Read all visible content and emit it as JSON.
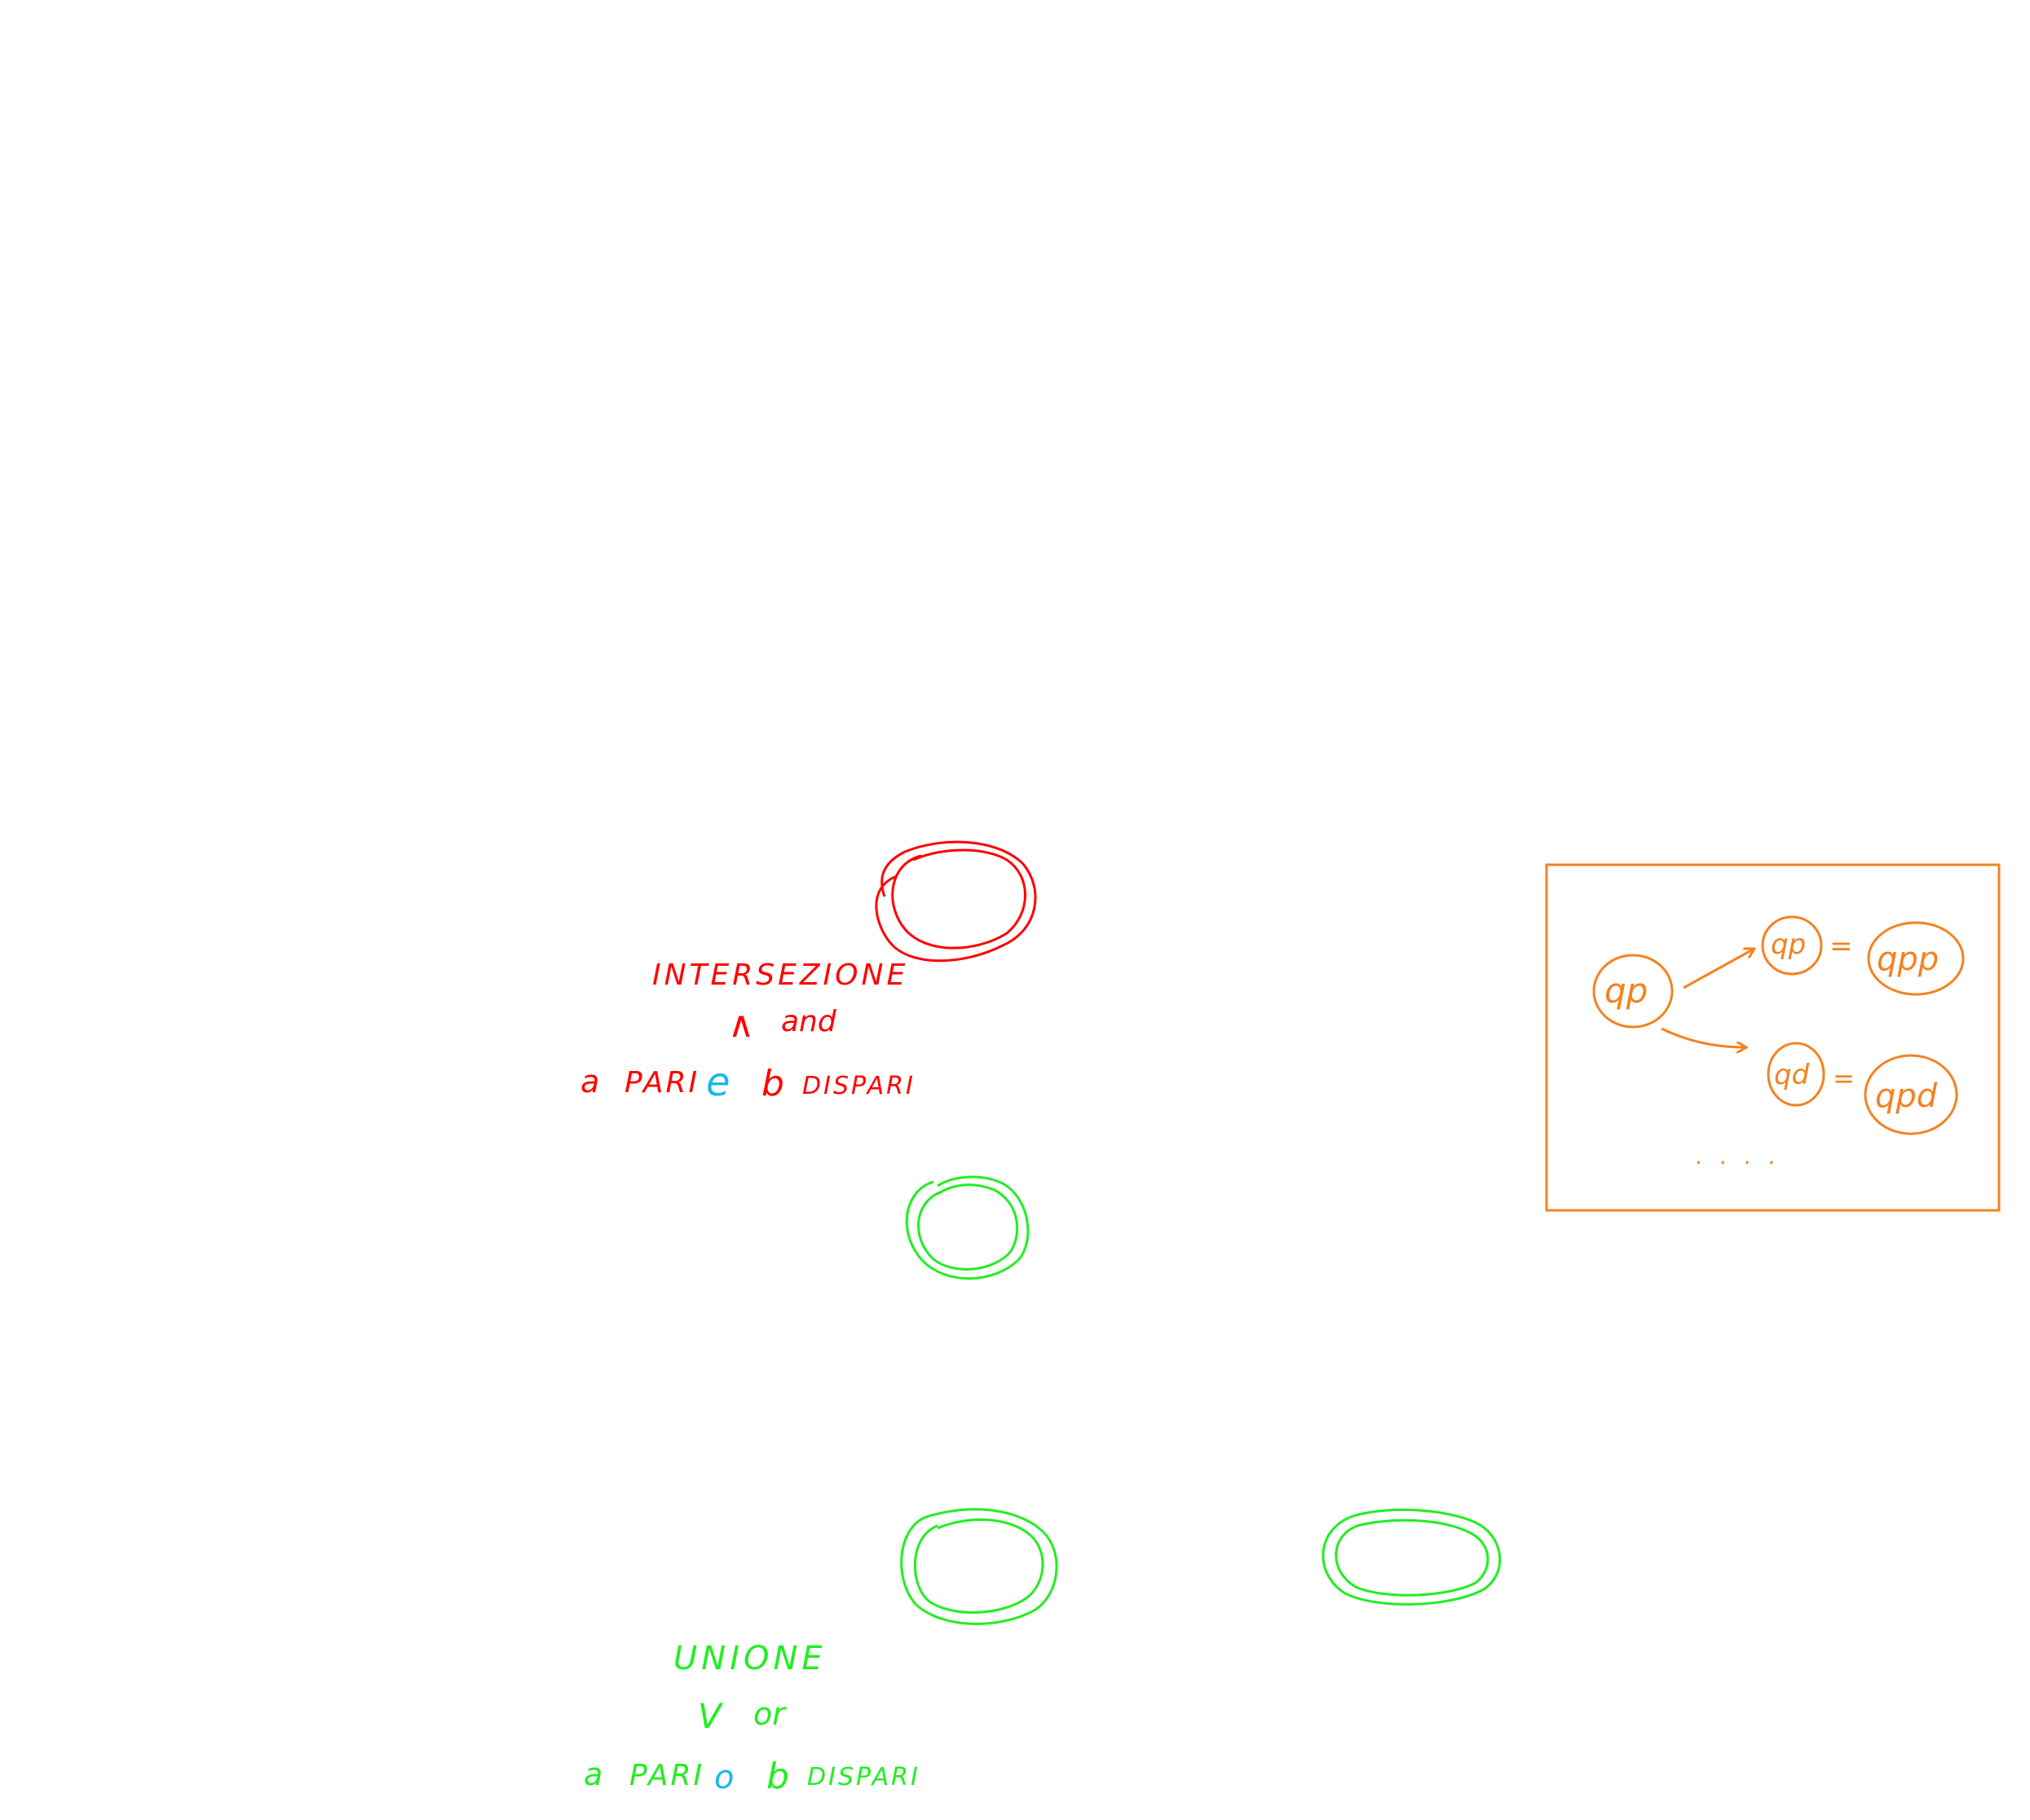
{
  "colors": {
    "red": "#ff0000",
    "green": "#22ee22",
    "blue": "#1ab7ea",
    "orange": "#f58220",
    "background": "#ffffff"
  },
  "intersection": {
    "title": "INTERSEZIONE",
    "symbol": "∧",
    "keyword": "and",
    "a_label": "a",
    "a_parity": "PARI",
    "connector": "e",
    "b_label": "b",
    "b_parity": "DISPARI"
  },
  "union": {
    "title": "UNIONE",
    "symbol": "V",
    "keyword": "or",
    "a_label": "a",
    "a_parity": "PARI",
    "connector": "o",
    "b_label": "b",
    "b_parity": "DISPARI"
  },
  "product_box": {
    "start_state": "qp",
    "upper_state": "qp",
    "upper_equals": "=",
    "upper_pair": "qpp",
    "lower_state": "qd",
    "lower_equals": "=",
    "lower_pair": "qpd",
    "ellipsis": ". . . ."
  }
}
